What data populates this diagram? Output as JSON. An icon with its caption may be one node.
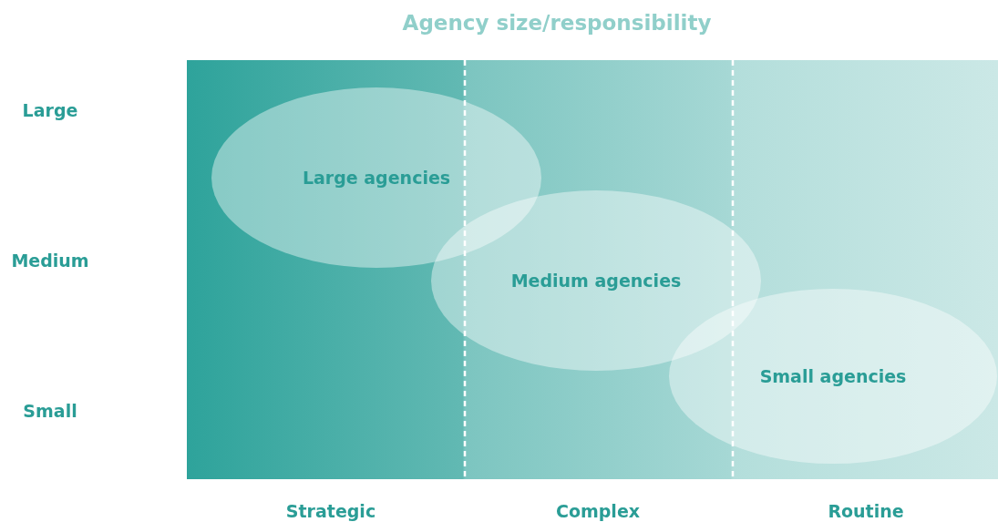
{
  "diagram": {
    "title": "Agency size/responsibility",
    "nodes": [
      {
        "text": [
          "Large agencies"
        ]
      },
      {
        "text": [
          "Medium agencies"
        ]
      },
      {
        "text": [
          "Small agencies"
        ]
      }
    ],
    "labels": [
      "Large",
      "Medium",
      "Small",
      "Strategic",
      "Complex",
      "Routine"
    ]
  }
}
